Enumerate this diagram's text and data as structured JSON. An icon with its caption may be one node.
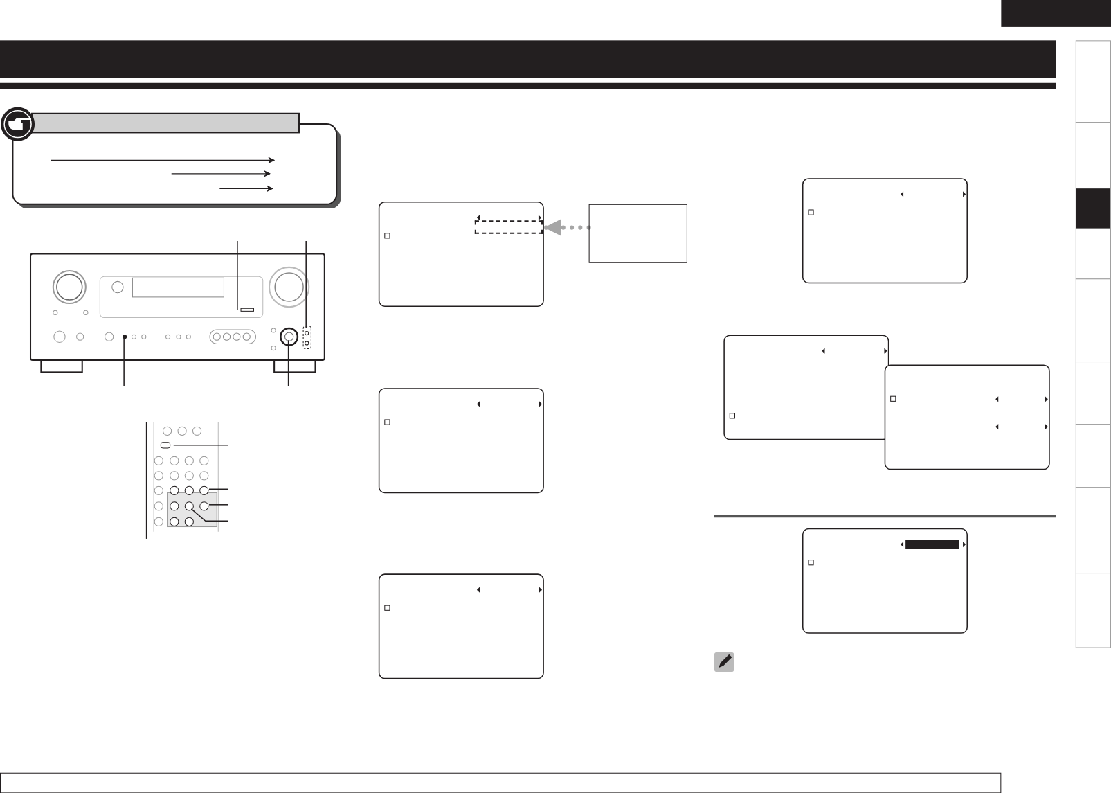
{
  "diagram": {
    "nodes": [
      {
        "text": [],
        "shape": "box"
      },
      {
        "text": [],
        "shape": "box"
      }
    ],
    "edges": [
      {
        "from": 1,
        "to": 0,
        "arrow": "to",
        "style": "dashed",
        "color": "#a6a6a6"
      }
    ]
  }
}
